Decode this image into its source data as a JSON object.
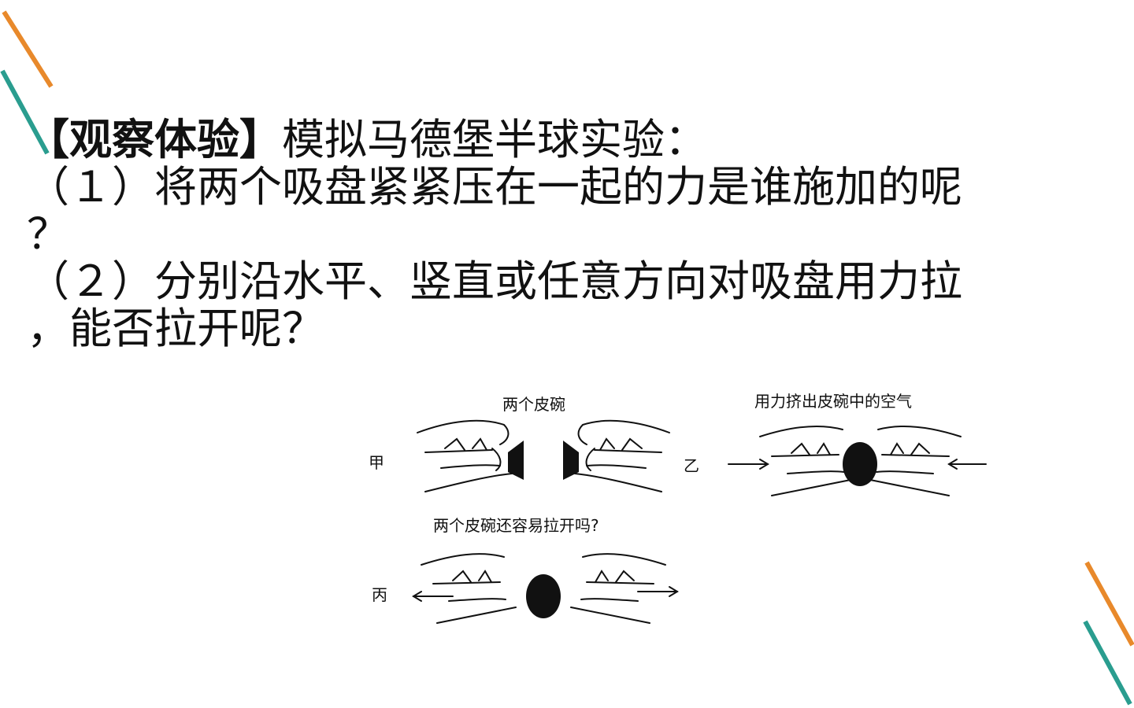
{
  "slide": {
    "heading_bold": "【观察体验】",
    "heading_rest": "模拟马德堡半球实验：",
    "q1_line1": "（１）将两个吸盘紧紧压在一起的力是谁施加的呢",
    "q1_line2": "？",
    "q2_line1": "（２）分别沿水平、竖直或任意方向对吸盘用力拉",
    "q2_line2": "，能否拉开呢？"
  },
  "figure": {
    "caption_a": "两个皮碗",
    "caption_b": "用力挤出皮碗中的空气",
    "caption_c": "两个皮碗还容易拉开吗?",
    "label_a": "甲",
    "label_b": "乙",
    "label_c": "丙"
  },
  "colors": {
    "accent_orange": "#E8892B",
    "accent_teal": "#2A9D8F",
    "text": "#111111"
  }
}
